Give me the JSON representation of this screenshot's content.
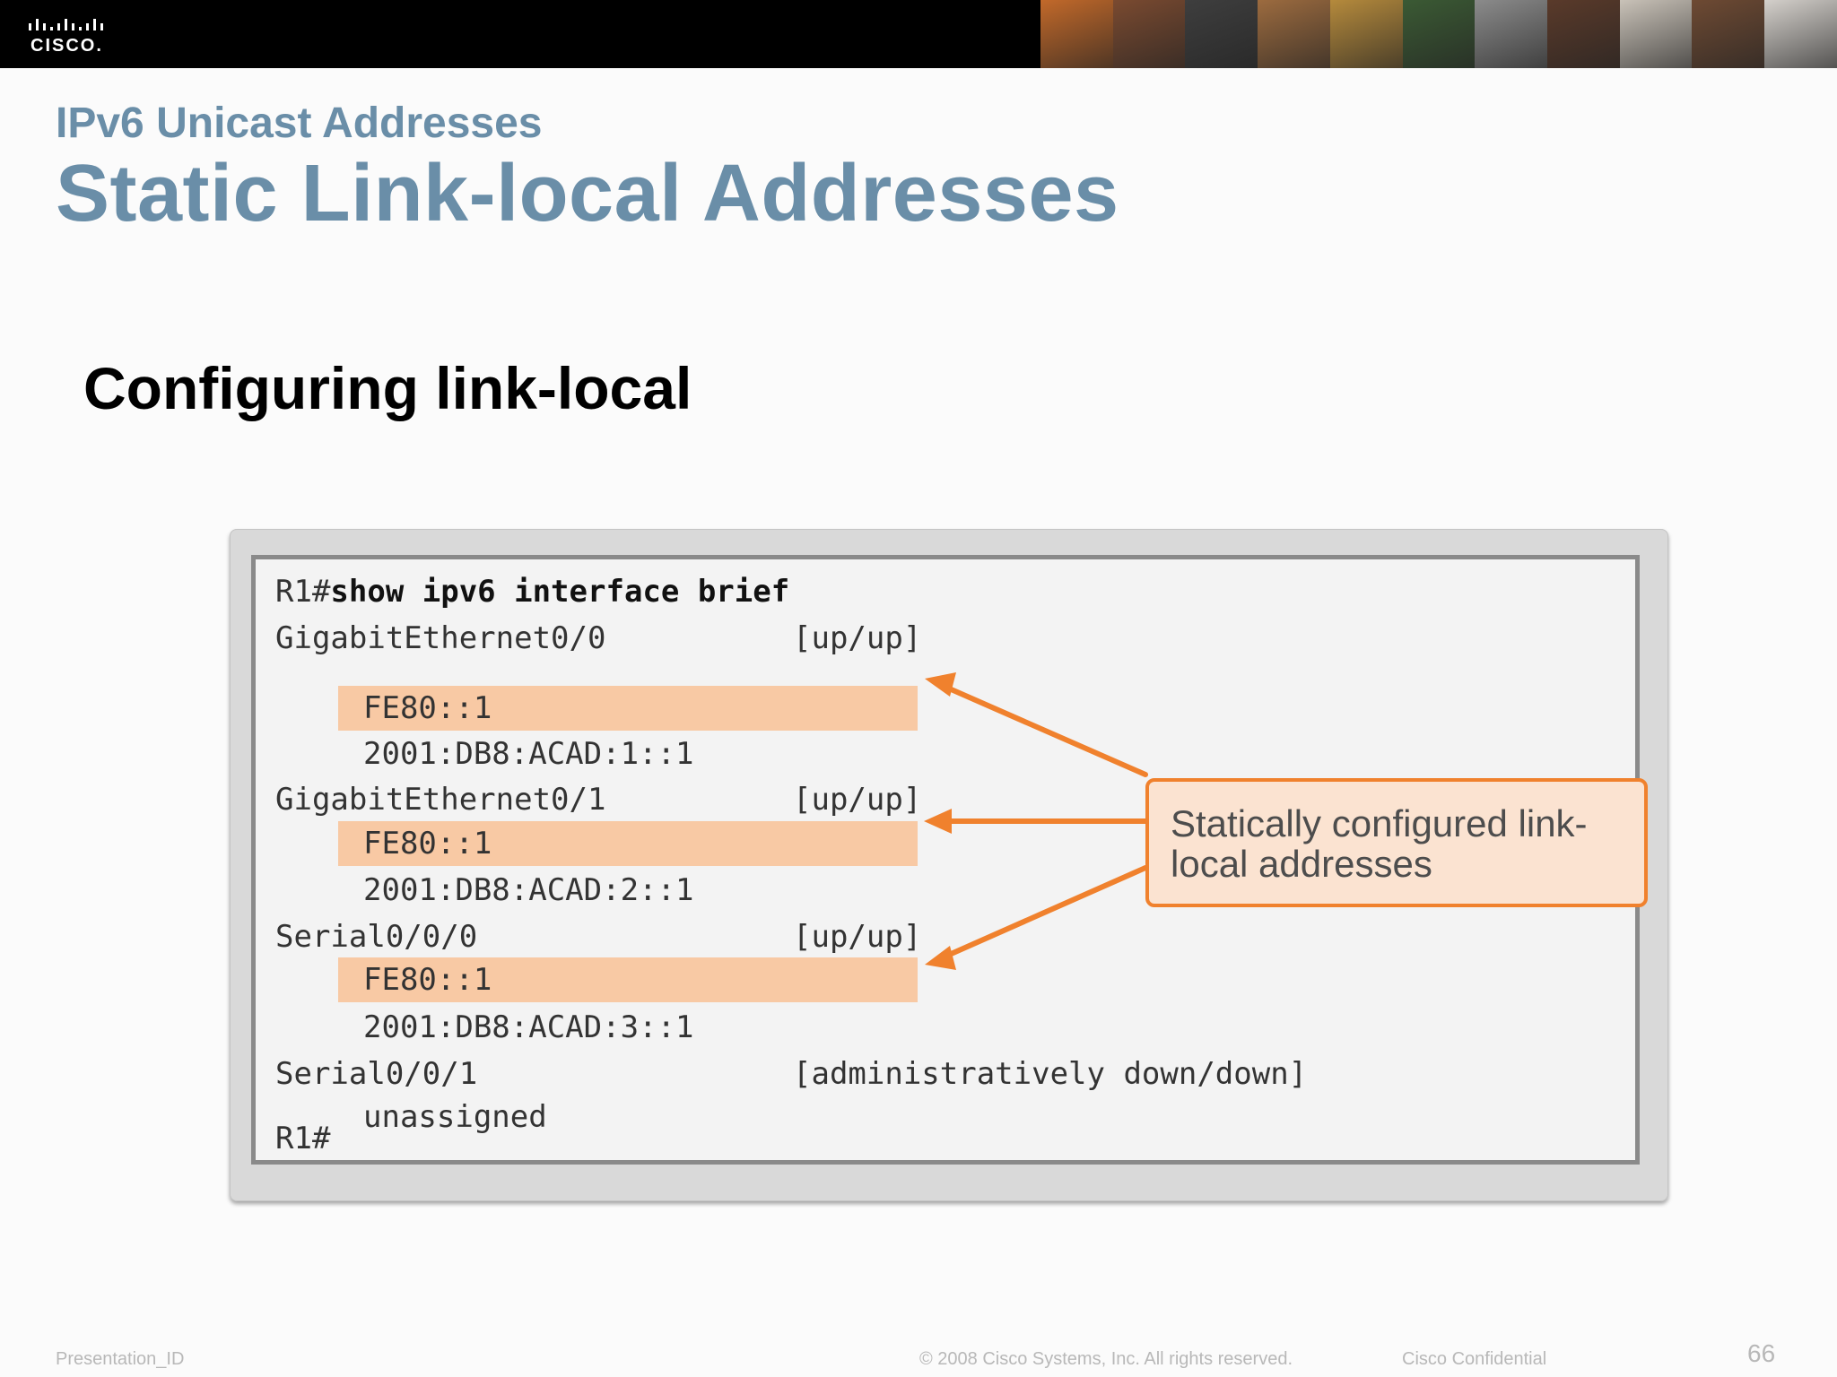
{
  "header": {
    "logo_text": "CISCO.",
    "photo_colors": [
      "#c2692a",
      "#7a4a30",
      "#3e3e3e",
      "#9c6b3f",
      "#b58a3c",
      "#3b5a34",
      "#8b8b8b",
      "#5a3a2a",
      "#c9c2b8",
      "#6e4a33",
      "#d4d0cb"
    ]
  },
  "slide": {
    "subtitle": "IPv6 Unicast Addresses",
    "title": "Static Link-local Addresses",
    "heading": "Configuring link-local"
  },
  "terminal": {
    "prompt_cmd_prefix": "R1#",
    "command": "show ipv6 interface brief",
    "interfaces": [
      {
        "name": "GigabitEthernet0/0",
        "status": "[up/up]",
        "link_local": "FE80::1",
        "global": "2001:DB8:ACAD:1::1"
      },
      {
        "name": "GigabitEthernet0/1",
        "status": "[up/up]",
        "link_local": "FE80::1",
        "global": "2001:DB8:ACAD:2::1"
      },
      {
        "name": "Serial0/0/0",
        "status": "[up/up]",
        "link_local": "FE80::1",
        "global": "2001:DB8:ACAD:3::1"
      },
      {
        "name": "Serial0/0/1",
        "status": "[administratively down/down]",
        "address": "unassigned"
      }
    ],
    "final_prompt": "R1#",
    "highlight_color": "#f8c9a4"
  },
  "callout": {
    "text": "Statically configured link-local addresses",
    "accent_color": "#f0812d"
  },
  "footer": {
    "left": "Presentation_ID",
    "center": "© 2008 Cisco Systems, Inc. All rights reserved.",
    "right": "Cisco Confidential",
    "page": "66"
  }
}
